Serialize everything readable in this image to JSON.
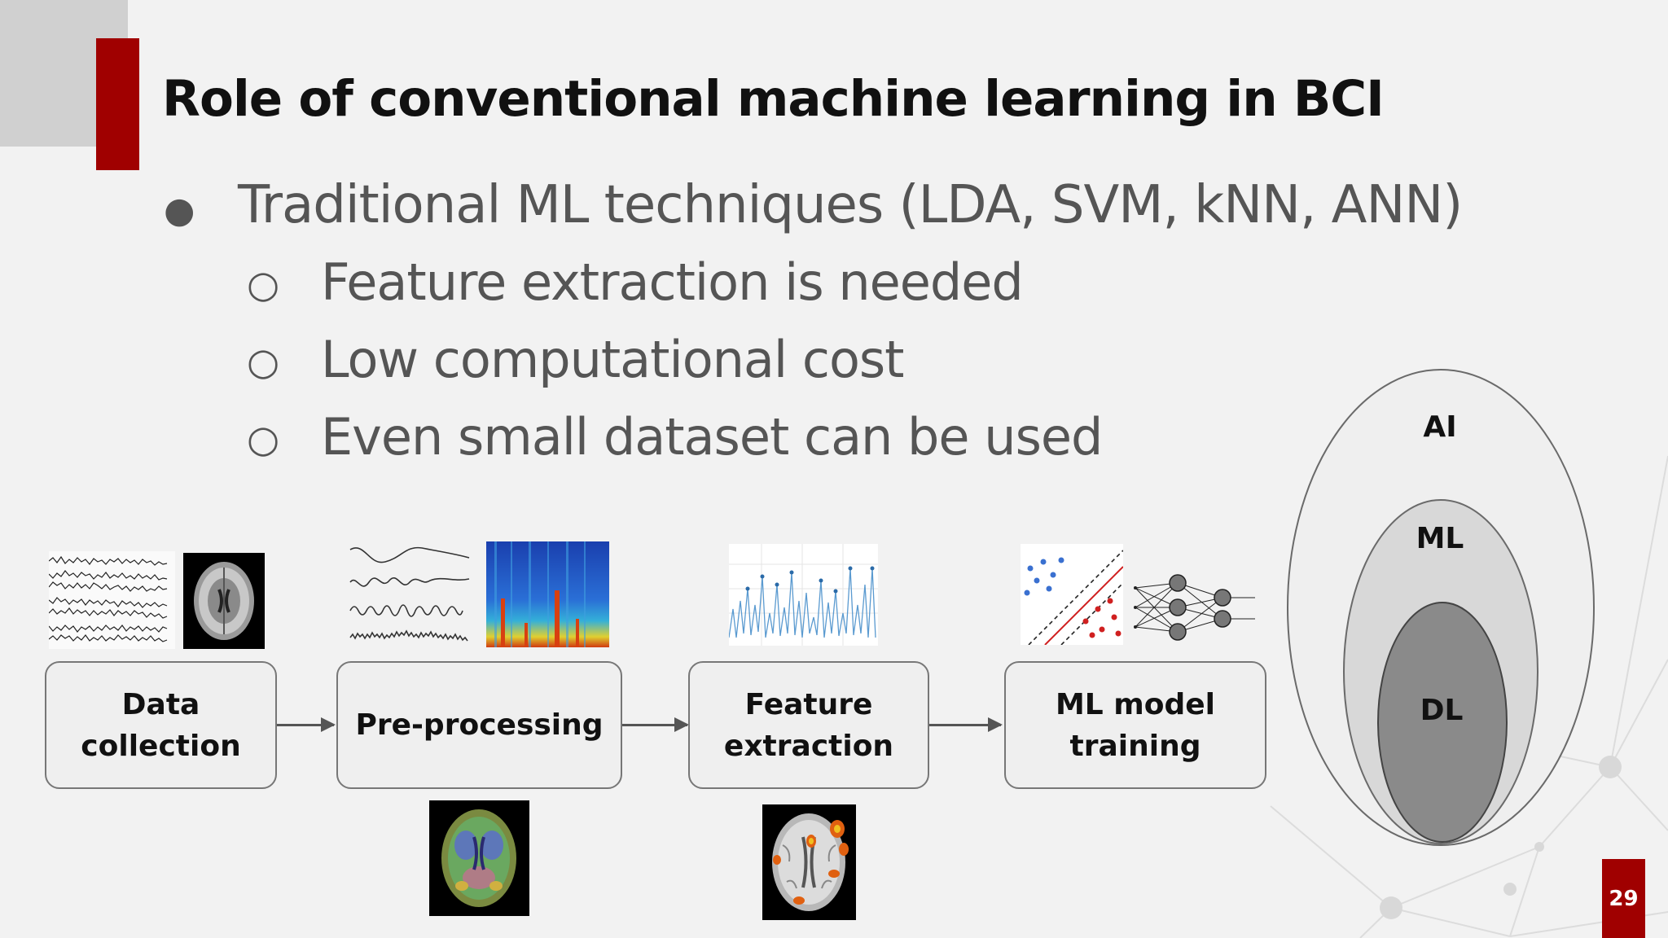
{
  "slide": {
    "title": "Role of conventional machine learning in BCI",
    "bullet": "Traditional ML techniques (LDA, SVM, kNN, ANN)",
    "sub_bullets": [
      "Feature extraction is needed",
      "Low computational cost",
      "Even small dataset can be used"
    ],
    "bullet_mark": "●",
    "sub_bullet_mark": "○",
    "page_number": "29"
  },
  "pipeline": {
    "steps": [
      {
        "line1": "Data",
        "line2": "collection"
      },
      {
        "line1": "Pre-processing",
        "line2": ""
      },
      {
        "line1": "Feature",
        "line2": "extraction"
      },
      {
        "line1": "ML model",
        "line2": "training"
      }
    ]
  },
  "venn": {
    "outer": "AI",
    "middle": "ML",
    "inner": "DL"
  },
  "colors": {
    "accent": "#a00000",
    "background": "#f2f2f2",
    "text_dark": "#111111",
    "text_gray": "#555555"
  }
}
